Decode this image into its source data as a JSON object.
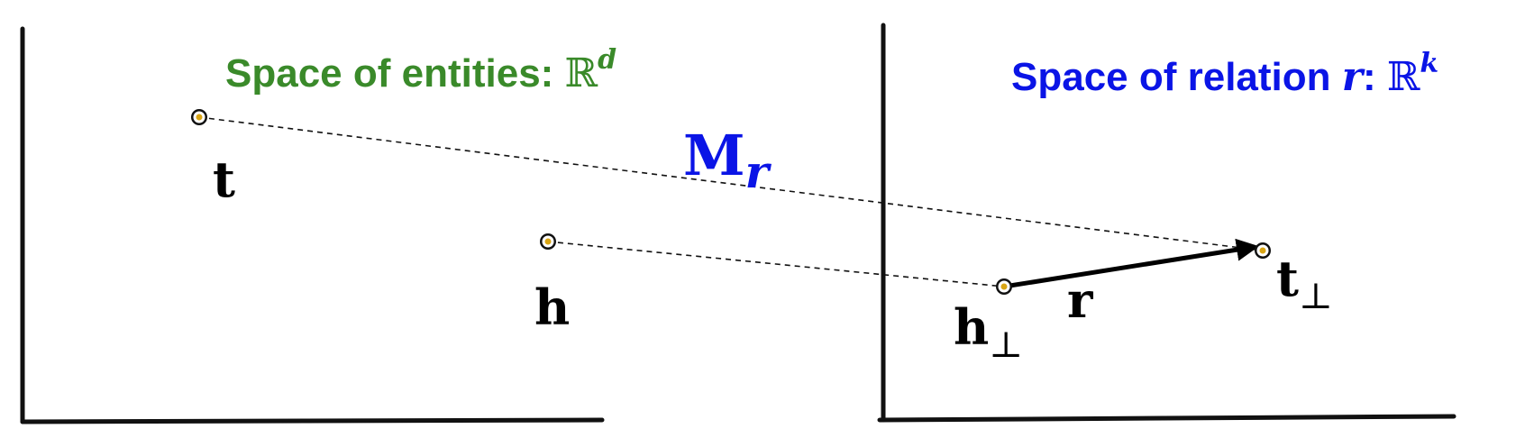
{
  "colors": {
    "entity_title": "#3a8a2a",
    "relation_title": "#0a14e6",
    "matrix": "#0a14e6",
    "point": "#d9a514"
  },
  "entity_space": {
    "title_text": "Space of entities: ",
    "title_symbol": "ℝ",
    "title_exponent": "d"
  },
  "relation_space": {
    "title_text": "Space of relation ",
    "title_var": "r",
    "title_colon": ": ",
    "title_symbol": "ℝ",
    "title_exponent": "k"
  },
  "projection": {
    "matrix_symbol": "M",
    "matrix_subscript": "r"
  },
  "labels": {
    "t": "t",
    "h": "h",
    "h_perp": "h",
    "t_perp": "t",
    "perp_symbol": "⊥",
    "relation_vector": "r"
  }
}
